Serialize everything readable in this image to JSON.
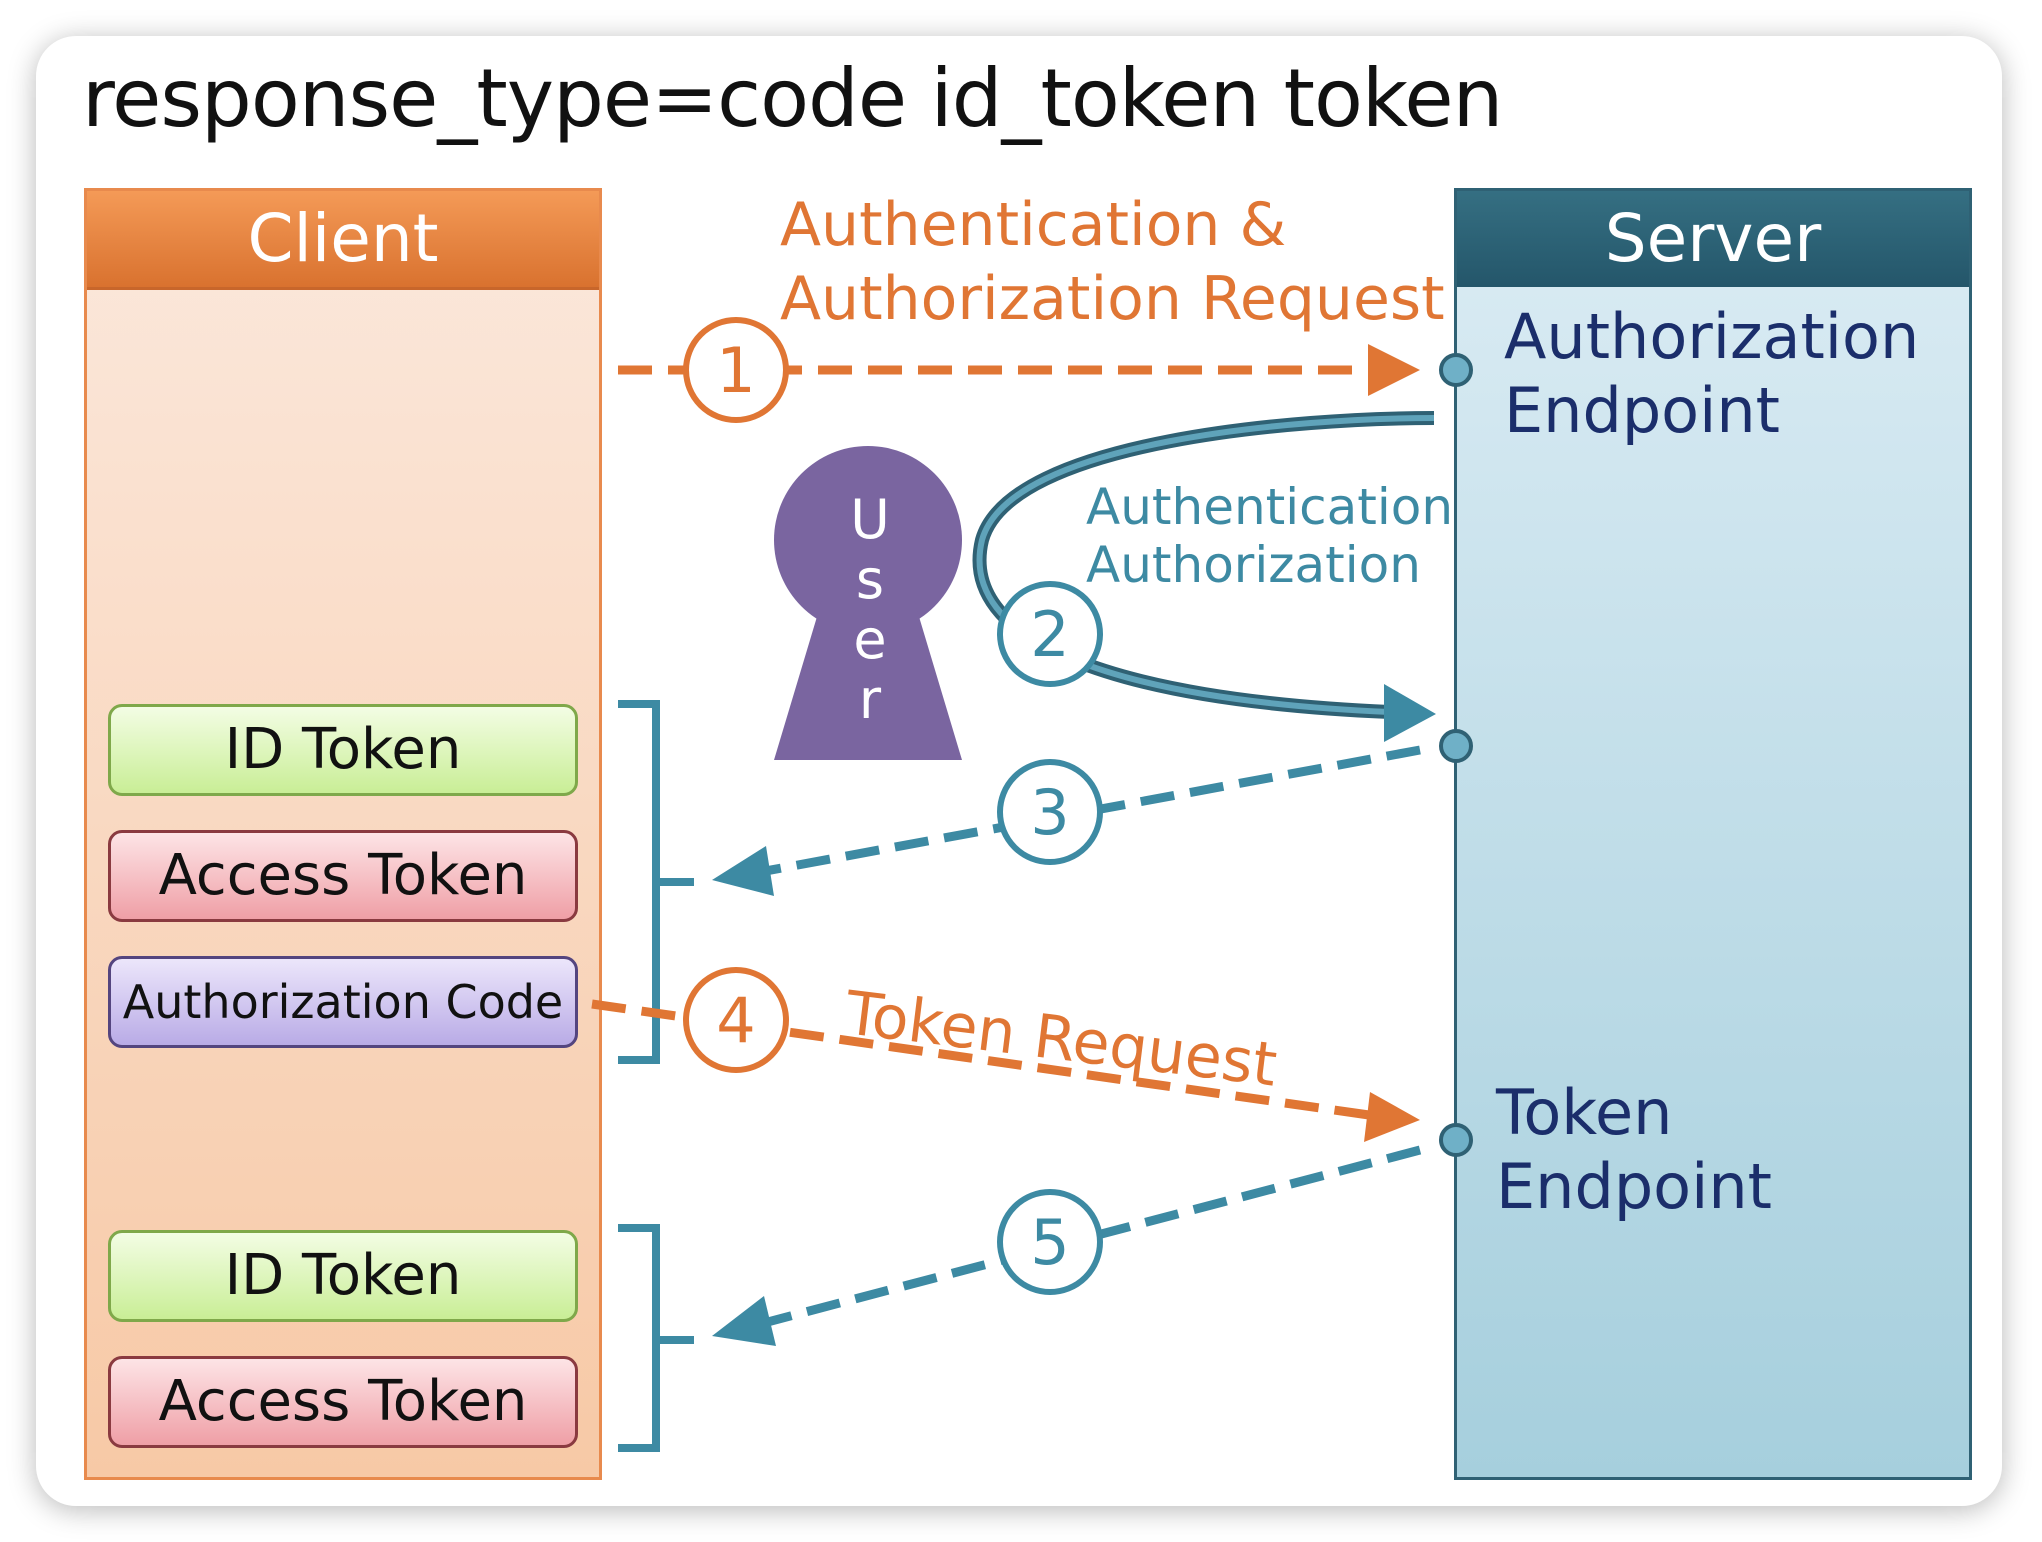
{
  "title": "response_type=code id_token token",
  "client": {
    "header": "Client",
    "tokens_group_1": [
      "ID Token",
      "Access Token",
      "Authorization Code"
    ],
    "tokens_group_2": [
      "ID Token",
      "Access Token"
    ]
  },
  "server": {
    "header": "Server",
    "authorization_endpoint": "Authorization\nEndpoint",
    "token_endpoint": "Token\nEndpoint"
  },
  "user": {
    "letters": [
      "U",
      "s",
      "e",
      "r"
    ]
  },
  "steps": {
    "step1_label": "Authentication &\nAuthorization Request",
    "step2_label": "Authentication\nAuthorization",
    "step4_label": "Token Request",
    "numbers": [
      "1",
      "2",
      "3",
      "4",
      "5"
    ]
  },
  "colors": {
    "orange": "#e07634",
    "teal": "#3d8aa3",
    "user_purple": "#7a65a0"
  }
}
